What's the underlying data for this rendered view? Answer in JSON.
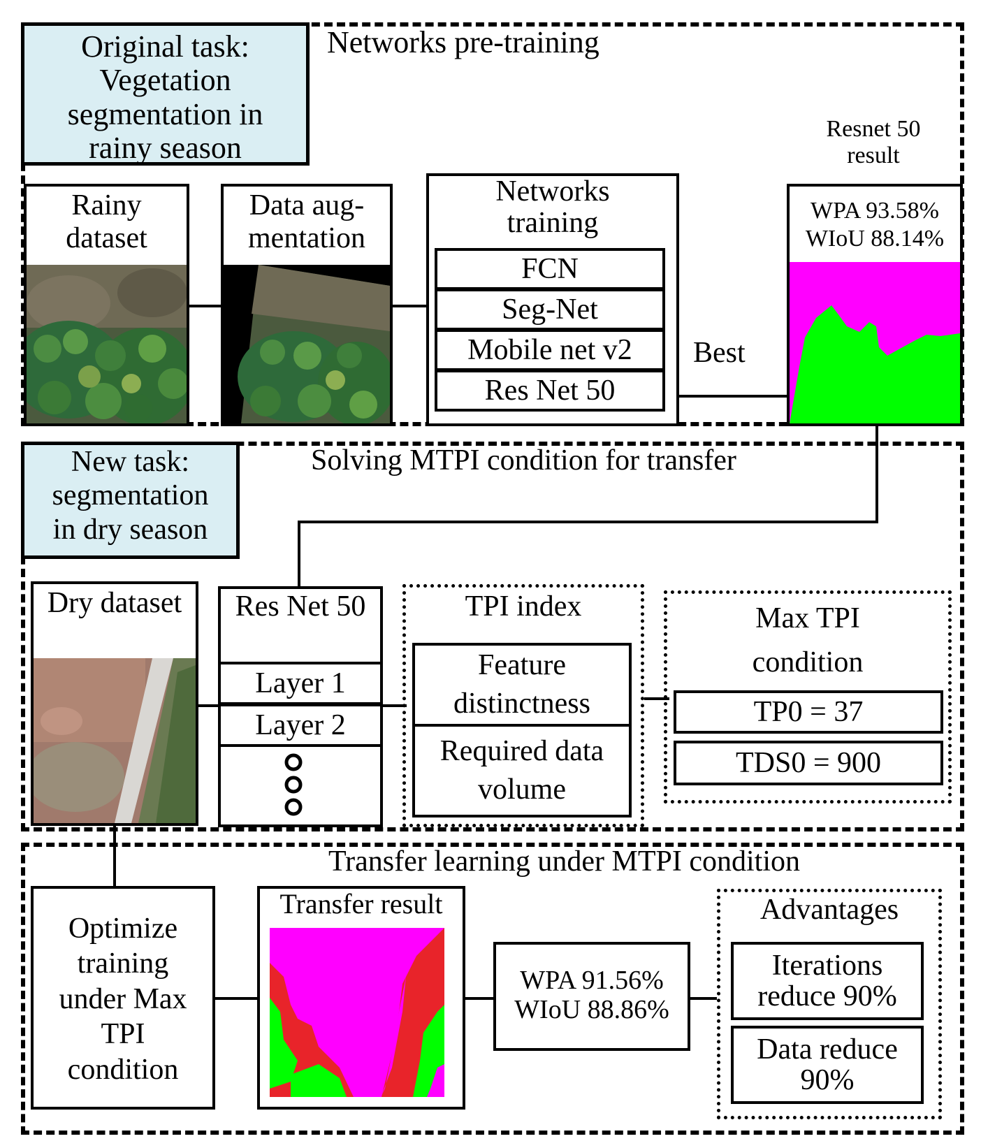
{
  "colors": {
    "task_box_fill": "#daeef3",
    "vegetation_green": "#00ff00",
    "background_magenta": "#ff00ff",
    "bare_soil_red": "#e8242a"
  },
  "section1": {
    "task_label": "Original task: Vegetation segmentation in rainy season",
    "title": "Networks pre-training",
    "rainy_dataset": "Rainy dataset",
    "data_augmentation": "Data aug- mentation",
    "networks_training": "Networks training",
    "networks": [
      "FCN",
      "Seg-Net",
      "Mobile net v2",
      "Res Net 50"
    ],
    "best_label": "Best",
    "result_title": "Resnet 50 result",
    "result_wpa": "WPA 93.58%",
    "result_wiou": "WIoU 88.14%"
  },
  "section2": {
    "task_label": "New task: segmentation in dry season",
    "title": "Solving MTPI condition for transfer",
    "dry_dataset": "Dry dataset",
    "resnet_title": "Res Net 50",
    "layers": [
      "Layer 1",
      "Layer 2"
    ],
    "tpi_title": "TPI index",
    "tpi_items": [
      "Feature distinctness",
      "Required data volume"
    ],
    "max_tpi_title": "Max TPI condition",
    "max_tpi_items": [
      "TP0 = 37",
      "TDS0 = 900"
    ]
  },
  "section3": {
    "title": "Transfer learning under MTPI condition",
    "optimize_label": "Optimize training under Max TPI condition",
    "transfer_result": "Transfer result",
    "transfer_wpa": "WPA 91.56%",
    "transfer_wiou": "WIoU 88.86%",
    "advantages_title": "Advantages",
    "advantages": [
      "Iterations reduce 90%",
      "Data reduce 90%"
    ]
  }
}
